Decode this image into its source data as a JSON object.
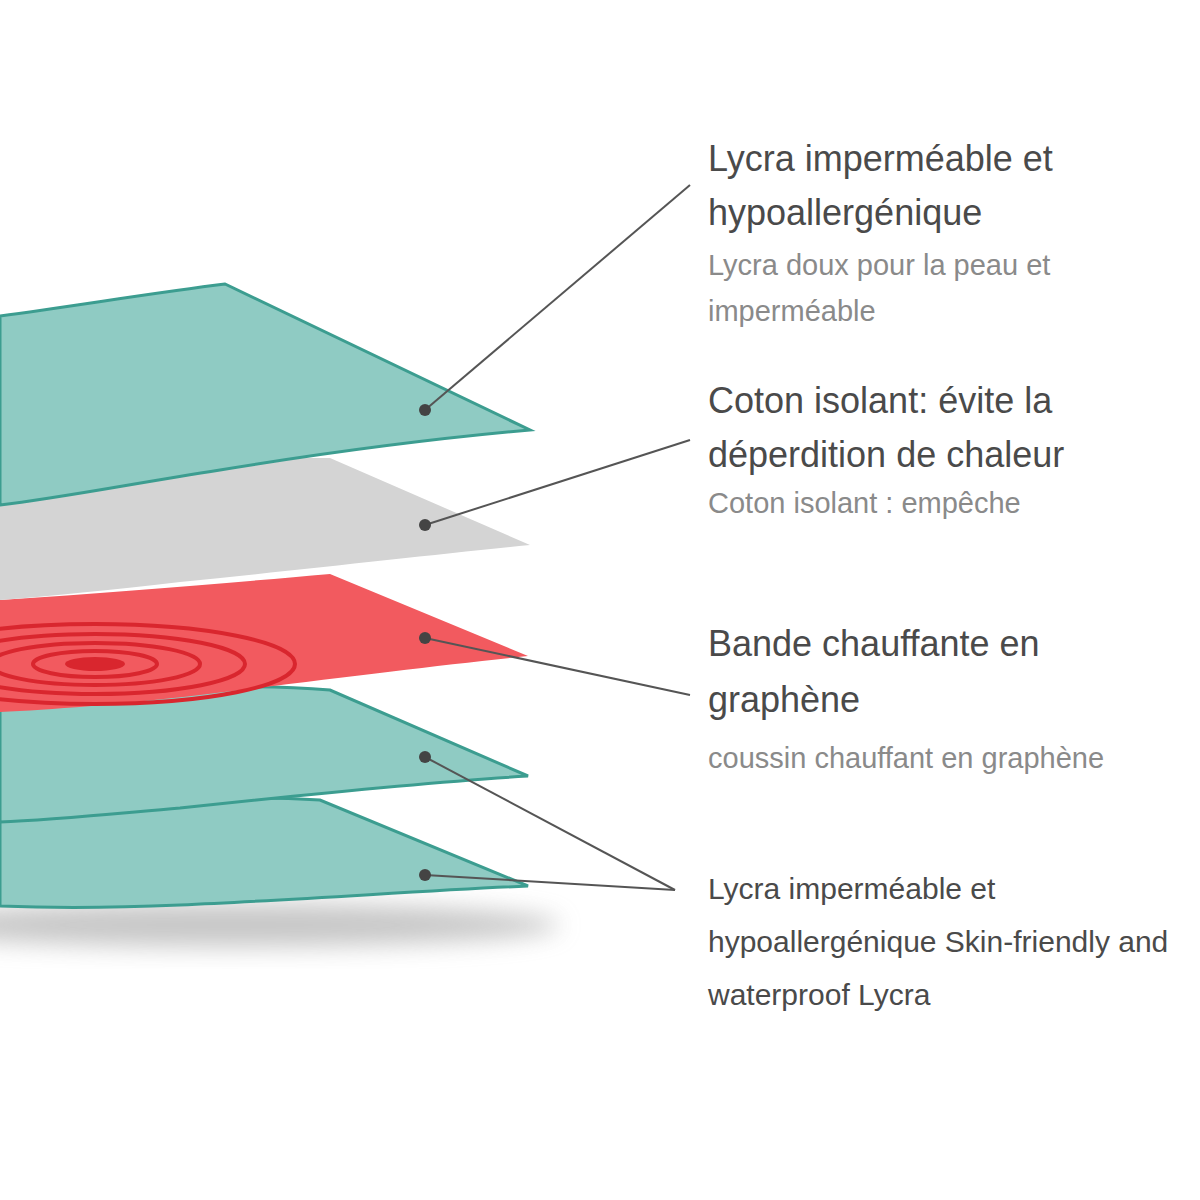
{
  "diagram": {
    "labels": [
      "Lycra imperméable et hypoallergénique",
      "Lycra doux pour la peau et imperméable",
      "Coton isolant: évite la déperdition de chaleur",
      "Coton isolant : empêche",
      "Bande chauffante en graphène",
      "coussin chauffant en graphène",
      "Lycra imperméable et hypoallergénique Skin-friendly and waterproof Lycra"
    ]
  }
}
